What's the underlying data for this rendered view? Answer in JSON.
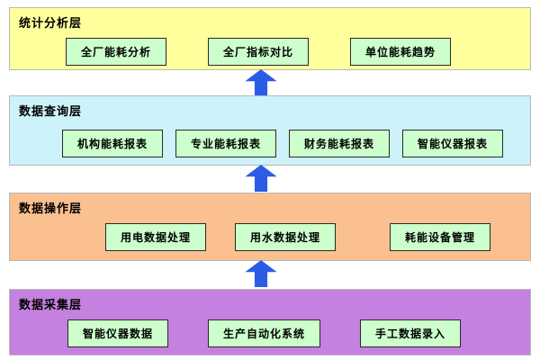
{
  "diagram": {
    "title": "energy-management-layered-architecture",
    "arrow": {
      "icon": "up-arrow-icon",
      "color": "#2B5CE6"
    },
    "node_style": {
      "fill": "#CCFFCC",
      "border": "#2A2A2A"
    },
    "layers": [
      {
        "title": "统计分析层",
        "bg": "#FFFF9C",
        "boxes": [
          "全厂能耗分析",
          "全厂指标对比",
          "单位能耗趋势"
        ]
      },
      {
        "title": "数据查询层",
        "bg": "#CDF2F9",
        "boxes": [
          "机构能耗报表",
          "专业能耗报表",
          "财务能耗报表",
          "智能仪器报表"
        ]
      },
      {
        "title": "数据操作层",
        "bg": "#FAC090",
        "boxes": [
          "用电数据处理",
          "用水数据处理",
          "耗能设备管理"
        ]
      },
      {
        "title": "数据采集层",
        "bg": "#C481E0",
        "boxes": [
          "智能仪器数据",
          "生产自动化系统",
          "手工数据录入"
        ]
      }
    ]
  }
}
